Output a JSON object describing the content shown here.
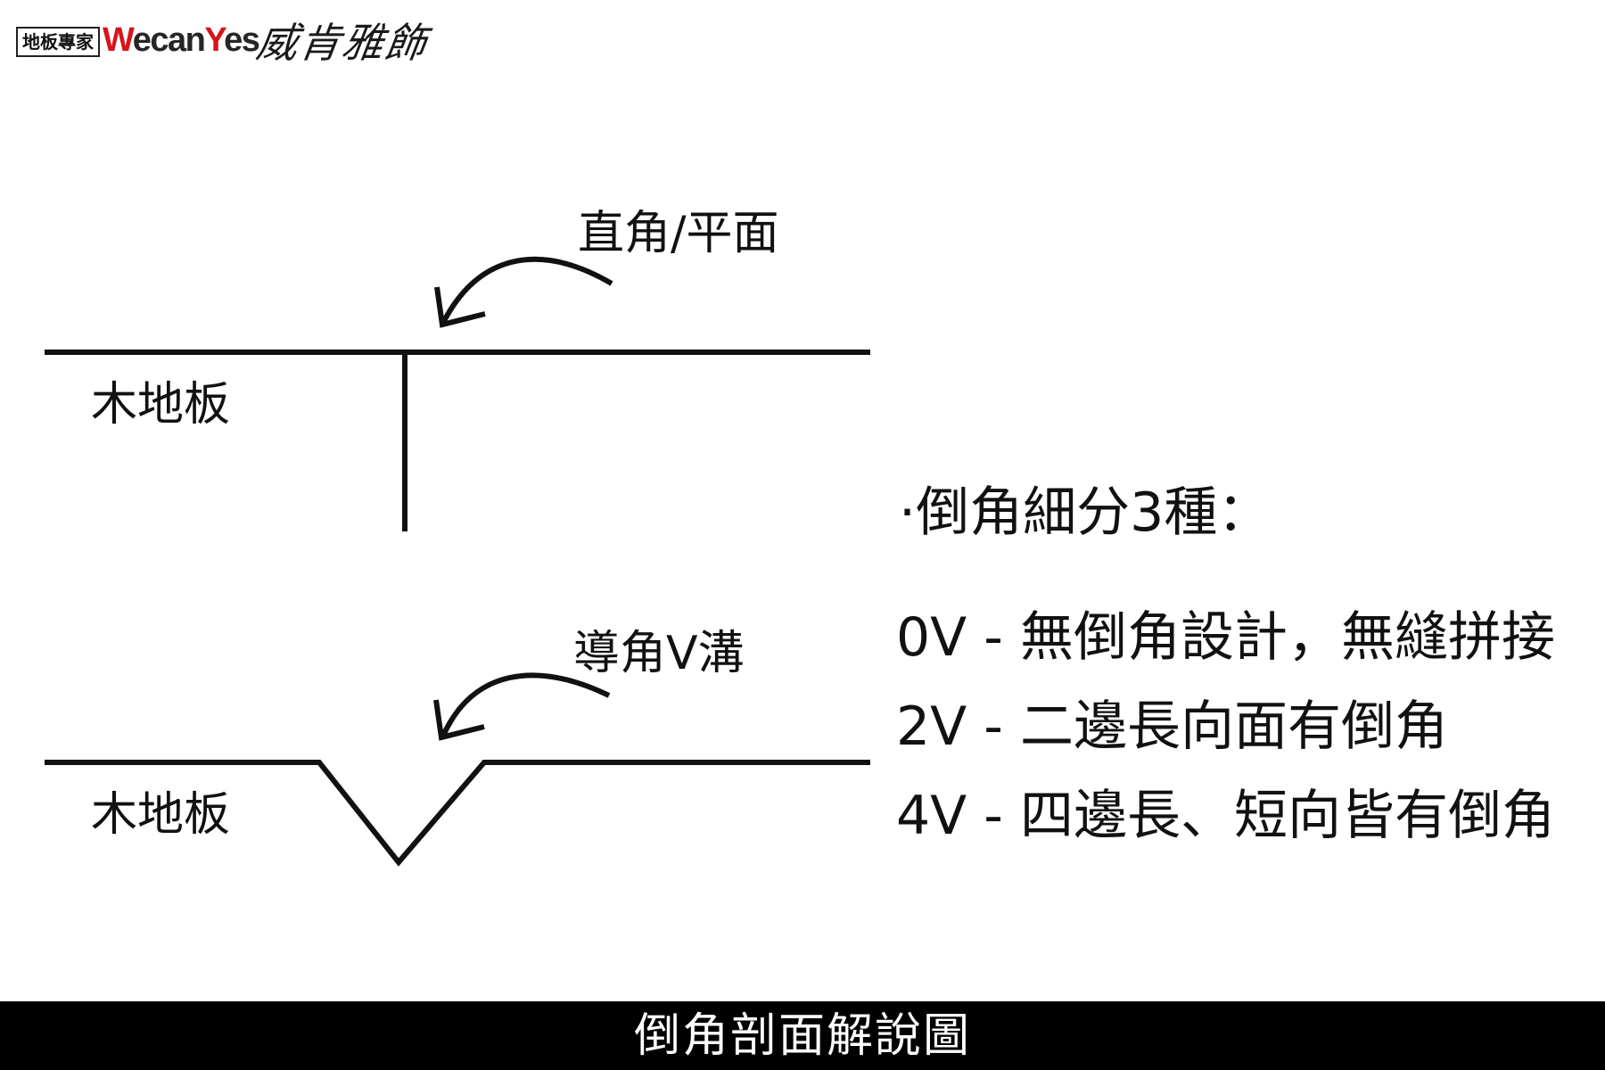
{
  "logo": {
    "box_text": "地板專家",
    "brand_w": "W",
    "brand_ecan": "ecan",
    "brand_y": "Y",
    "brand_es": "es",
    "script_text": "威肯雅飾",
    "brand_color": "#d6141c"
  },
  "diagram_top": {
    "board_label": "木地板",
    "callout": "直角/平面"
  },
  "diagram_bottom": {
    "board_label": "木地板",
    "callout": "導角V溝"
  },
  "chamfer_types": {
    "heading": "·倒角細分3種：",
    "items": [
      "0V - 無倒角設計，無縫拼接",
      "2V - 二邊長向面有倒角",
      "4V - 四邊長、短向皆有倒角"
    ]
  },
  "caption": "倒角剖面解說圖",
  "colors": {
    "line": "#111111",
    "caption_bg": "#000000",
    "caption_text": "#ffffff"
  }
}
